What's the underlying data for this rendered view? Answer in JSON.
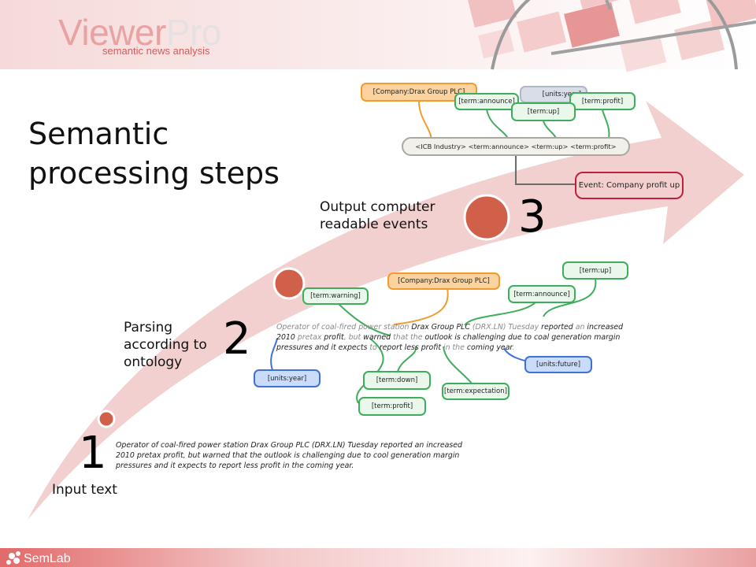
{
  "header": {
    "logo_main": "Viewer",
    "logo_accent": "Pro",
    "logo_subtitle": "semantic news analysis"
  },
  "title": "Semantic processing steps",
  "steps": [
    {
      "number": "1",
      "label": "Input text"
    },
    {
      "number": "2",
      "label": "Parsing according to ontology"
    },
    {
      "number": "3",
      "label": "Output computer readable events"
    }
  ],
  "input_text": "Operator of coal-fired power station Drax Group PLC (DRX.LN) Tuesday reported an increased 2010 pretax profit, but warned that the outlook is challenging due to cool generation margin pressures and it expects to report less profit in the coming year.",
  "parsed_text": [
    {
      "t": "Operator of coal-fired power station ",
      "hl": false
    },
    {
      "t": "Drax Group PLC",
      "hl": true
    },
    {
      "t": " (DRX.LN) Tuesday ",
      "hl": false
    },
    {
      "t": "reported",
      "hl": true
    },
    {
      "t": " an ",
      "hl": false
    },
    {
      "t": "increased",
      "hl": true
    },
    {
      "t": " 2010",
      "hl": true
    },
    {
      "t": " pretax ",
      "hl": false
    },
    {
      "t": "profit",
      "hl": true
    },
    {
      "t": ", but ",
      "hl": false
    },
    {
      "t": "warned",
      "hl": true
    },
    {
      "t": " that the ",
      "hl": false
    },
    {
      "t": "outlook",
      "hl": true
    },
    {
      "t": " is challenging due to coal generation margin pressures and it ",
      "hl": true
    },
    {
      "t": "expects",
      "hl": true
    },
    {
      "t": " to ",
      "hl": false
    },
    {
      "t": "report less profit",
      "hl": true
    },
    {
      "t": " in the ",
      "hl": false
    },
    {
      "t": "coming year",
      "hl": true
    },
    {
      "t": ".",
      "hl": false
    }
  ],
  "parse_tags": {
    "warning": "[term:warning]",
    "company": "[Company:Drax Group PLC]",
    "announce": "[term:announce]",
    "up": "[term:up]",
    "units_year": "[units:year]",
    "down": "[term:down]",
    "profit": "[term:profit]",
    "expectation": "[term:expectation]",
    "units_future": "[units:future]"
  },
  "output": {
    "company": "[Company:Drax Group PLC]",
    "units_year": "[units:year]",
    "announce": "[term:announce]",
    "profit": "[term:profit]",
    "up": "[term:up]",
    "pattern": "<ICB Industry>  <term:announce>  <term:up>  <term:profit>",
    "event": "Event: Company profit up"
  },
  "footer": {
    "brand": "SemLab"
  },
  "colors": {
    "arrow": "#f2d0d0",
    "accent_red": "#d0604a",
    "term_green": "#3fae5c",
    "company_orange": "#f29a2e",
    "units_blue": "#3e72d8",
    "event_red": "#c0203a"
  }
}
